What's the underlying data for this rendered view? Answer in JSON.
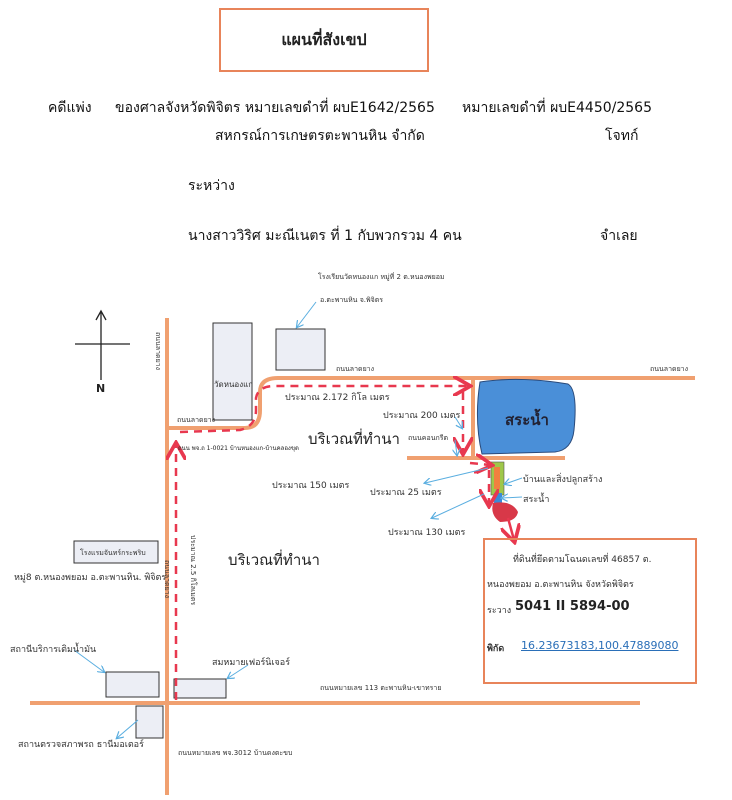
{
  "header": {
    "title": "แผนที่สังเขป",
    "case_type": "คดีแพ่ง",
    "court_black_no": "ของศาลจังหวัดพิจิตร หมายเลขดำที่ ผบE1642/2565",
    "black_no_2": "หมายเลขดำที่ ผบE4450/2565",
    "plaintiff": "สหกรณ์การเกษตรตะพานหิน จำกัด",
    "plaintiff_role": "โจทก์",
    "between": "ระหว่าง",
    "defendant": "นางสาววิริศ มะณีเนตร ที่ 1 กับพวกรวม 4 คน",
    "defendant_role": "จำเลย"
  },
  "map": {
    "north": "N",
    "school": "โรงเรียนวัดหนองแก หมู่ที่ 2 ต.หนองพยอม",
    "school_district": "อ.ตะพานหิน จ.พิจิตร",
    "temple": "วัดหนองแก",
    "road_paved": "ถนนลาดยาง",
    "dist_2172": "ประมาณ 2.172 กิโล เมตร",
    "dist_200": "ประมาณ 200 เมตร",
    "concrete_road": "ถนนคอนกรีต",
    "paddy": "บริเวณที่ทำนา",
    "road_pj": "ถนน พจ.ถ 1-0021 บ้านหนองแก-บ้านคลองขุด",
    "pond": "สระน้ำ",
    "dist_150": "ประมาณ 150 เมตร",
    "dist_25": "ประมาณ 25 เมตร",
    "house": "บ้านและสิ่งปลูกสร้าง",
    "small_pond": "สระน้ำ",
    "dist_130": "ประมาณ 130 เมตร",
    "dist_25km": "ประมาณ 2.5 กิโลเมตร",
    "hotel": "โรงแรมจันทร์กระพริบ",
    "hotel_addr": "หมู่8 ต.หนองพยอม อ.ตะพานหิน. พิจิตร",
    "gas_station": "สถานีบริการเติมน้ำมัน",
    "furniture": "สมหมายเฟอร์นิเจอร์",
    "road_113": "ถนนหมายเลข 113 ตะพานหิน-เขาทราย",
    "inspection": "สถานตรวจสภาพรถ ธานีมอเตอร์",
    "road_3012": "ถนนหมายเลข พจ.3012 บ้านดงตะขบ"
  },
  "info": {
    "line1": "ที่ดินที่ยึดตามโฉนดเลขที่ 46857 ต.",
    "line2": "หนองพยอม อ.ตะพานหิน จังหวัดพิจิตร",
    "sheet_label": "ระวาง",
    "sheet_no": "5041 II 5894-00",
    "coord_label": "พิกัด",
    "coords": "16.23673183,100.47889080"
  },
  "colors": {
    "road": "#f0a070",
    "route": "#e8384f",
    "pond": "#4a8fd8",
    "box": "#e8845a",
    "arrow": "#5aaee0"
  }
}
